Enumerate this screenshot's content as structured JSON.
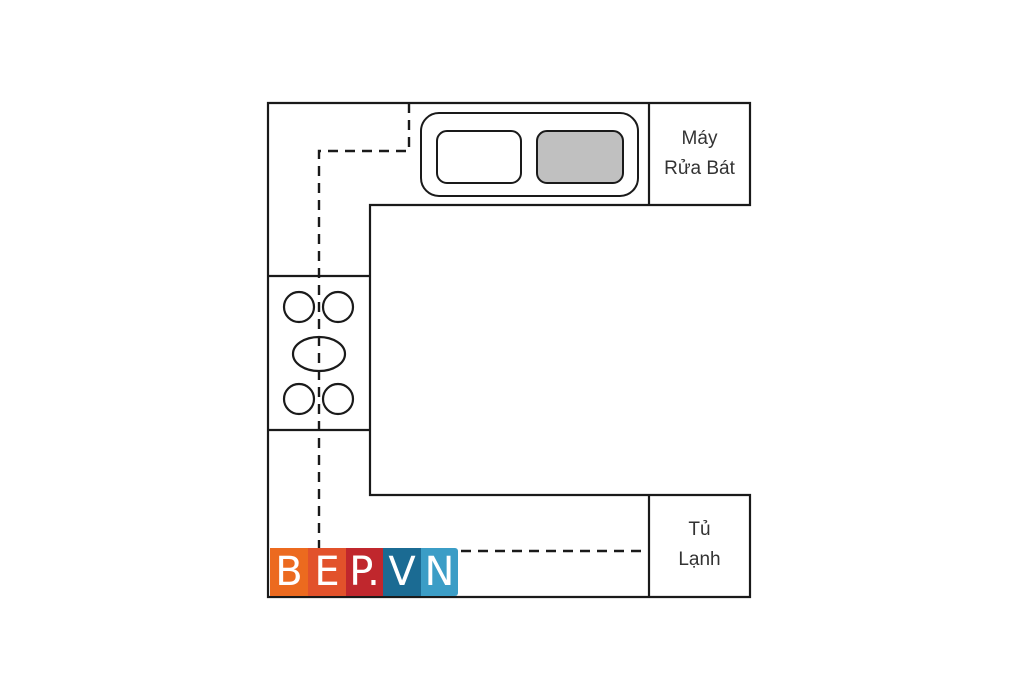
{
  "diagram": {
    "type": "kitchen floor plan (U-shaped layout)",
    "elements": {
      "sink": {
        "basins": 2,
        "right_basin_fill": "#c0c0c0"
      },
      "stove": {
        "burners": 5
      },
      "dishwasher": {
        "line1": "Máy",
        "line2": "Rửa Bát"
      },
      "fridge": {
        "line1": "Tủ",
        "line2": "Lạnh"
      },
      "work_triangle": "dashed path linking sink, stove and fridge"
    },
    "colors": {
      "stroke": "#1a1a1a",
      "text": "#333333",
      "background": "#ffffff"
    }
  },
  "logo": {
    "segments": [
      {
        "text": "B",
        "color": "#ec6a1f"
      },
      {
        "text": "E",
        "color": "#e2522b"
      },
      {
        "text": "P.",
        "color": "#c0272d"
      },
      {
        "text": "V",
        "color": "#1b6b93"
      },
      {
        "text": "N",
        "color": "#3b9dc6"
      }
    ]
  }
}
